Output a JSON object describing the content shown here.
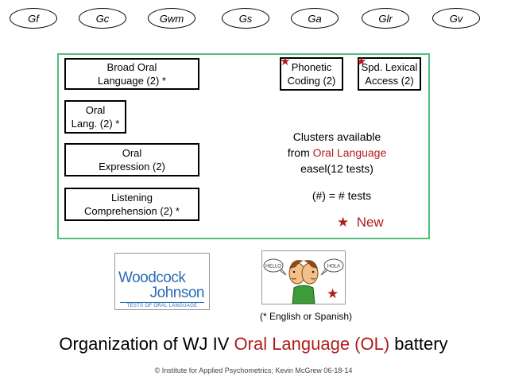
{
  "abilities": [
    "Gf",
    "Gc",
    "Gwm",
    "Gs",
    "Ga",
    "Glr",
    "Gv"
  ],
  "clusters": {
    "broad_oral_language": [
      "Broad Oral",
      "Language (2) *"
    ],
    "oral_lang": [
      "Oral",
      "Lang. (2) *"
    ],
    "oral_expression": [
      "Oral",
      "Expression (2)"
    ],
    "listening_comprehension": [
      "Listening",
      "Comprehension (2) *"
    ],
    "phonetic_coding": [
      "Phonetic",
      "Coding (2)"
    ],
    "speeded_lexical_access": [
      "Spd. Lexical",
      "Access (2)"
    ]
  },
  "note": {
    "line1": "Clusters available",
    "line2_prefix": "from ",
    "line2_highlight": "Oral Language",
    "line3": "easel(12 tests)"
  },
  "tests_note": "(#) = # tests",
  "new_legend": "New",
  "star_glyph": "★",
  "logo": {
    "line1": "Woodcock",
    "line2": "Johnson",
    "subtitle": "TESTS OF ORAL LANGUAGE"
  },
  "illustration": {
    "bubble_left": "HELLO",
    "bubble_right": "HOLA"
  },
  "language_caption": "(* English or Spanish)",
  "title": {
    "prefix": "Organization of WJ IV ",
    "highlight": "Oral Language (OL)",
    "suffix": " battery"
  },
  "footer": "© Institute for Applied Psychometrics;  Kevin McGrew 06-18-14",
  "colors": {
    "accent_red": "#b01c1c",
    "frame_green": "#4fc07a",
    "logo_blue": "#2b6db5"
  }
}
